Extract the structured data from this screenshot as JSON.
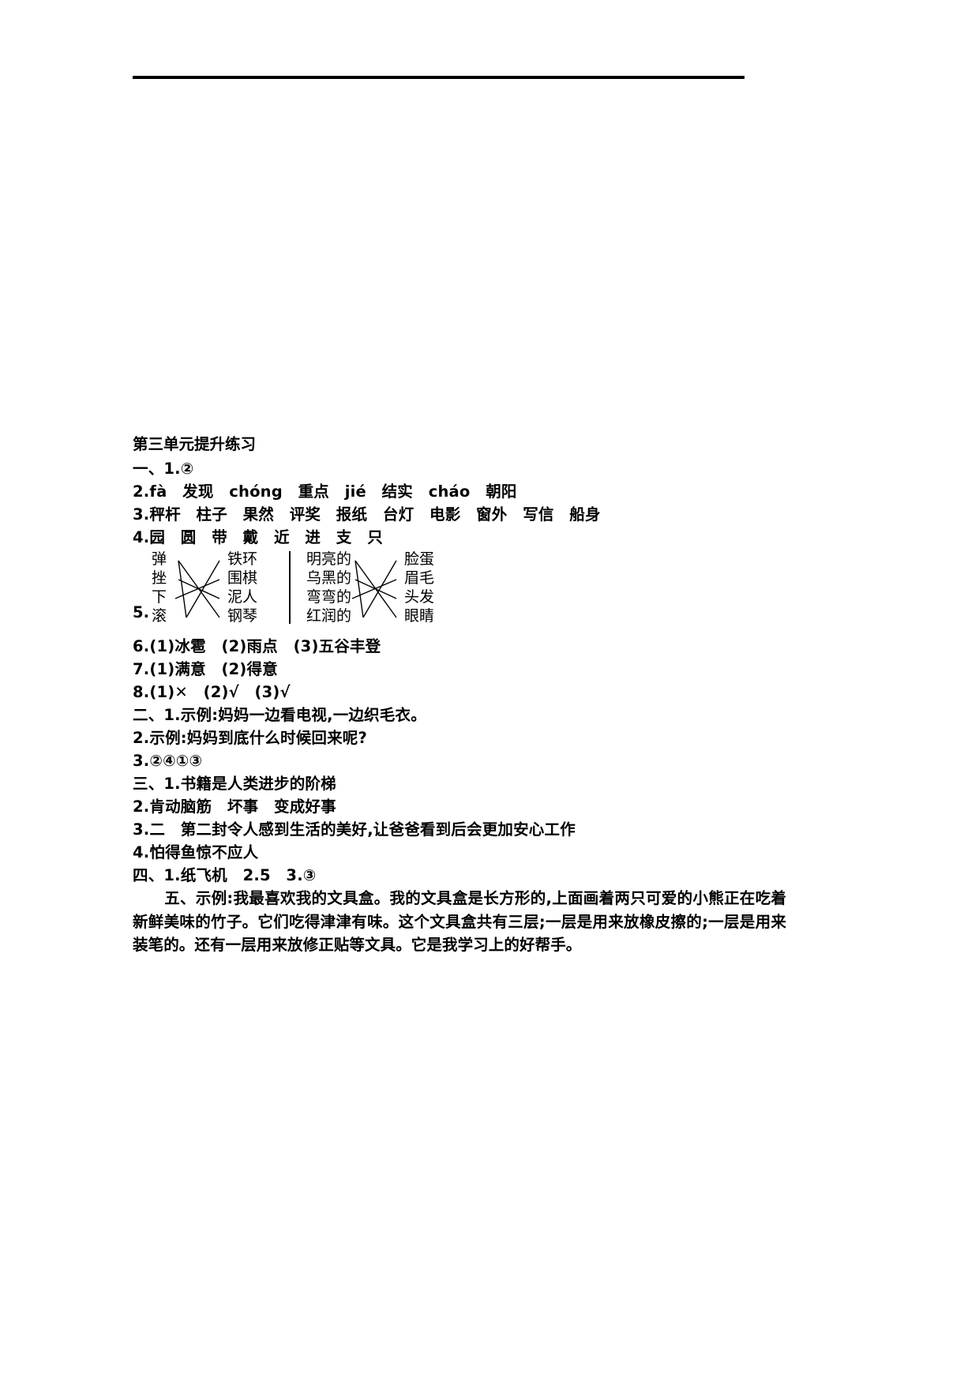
{
  "document": {
    "title": "第三单元提升练习",
    "rule_color": "#000000"
  },
  "sections": {
    "one": {
      "marker": "一、",
      "items": [
        {
          "num": "1.",
          "text": "②"
        },
        {
          "num": "2.",
          "text": "fà　发现　chóng　重点　jié　结实　cháo　朝阳"
        },
        {
          "num": "3.",
          "text": "秤杆　柱子　果然　评奖　报纸　台灯　电影　窗外　写信　船身"
        },
        {
          "num": "4.",
          "text": "园　圆　带　戴　近　进　支　只"
        }
      ]
    },
    "match": {
      "num": "5.",
      "left": {
        "stimuli": [
          "弹",
          "挫",
          "下",
          "滚"
        ],
        "responses": [
          "铁环",
          "围棋",
          "泥人",
          "钢琴"
        ]
      },
      "right": {
        "stimuli": [
          "明亮的",
          "乌黑的",
          "弯弯的",
          "红润的"
        ],
        "responses": [
          "脸蛋",
          "眉毛",
          "头发",
          "眼睛"
        ]
      }
    },
    "one_rest": {
      "items": [
        {
          "num": "6.",
          "text": "(1)冰雹　(2)雨点　(3)五谷丰登"
        },
        {
          "num": "7.",
          "text": "(1)满意　(2)得意"
        },
        {
          "num": "8.",
          "text": "(1)✕　(2)√　(3)√"
        }
      ]
    },
    "two": {
      "marker": "二、",
      "items": [
        {
          "num": "1.",
          "text": "示例:妈妈一边看电视,一边织毛衣。"
        },
        {
          "num": "2.",
          "text": "示例:妈妈到底什么时候回来呢?"
        },
        {
          "num": "3.",
          "text": "②④①③"
        }
      ]
    },
    "three": {
      "marker": "三、",
      "items": [
        {
          "num": "1.",
          "text": "书籍是人类进步的阶梯"
        },
        {
          "num": "2.",
          "text": "肯动脑筋　坏事　变成好事"
        },
        {
          "num": "3.",
          "text": "二　第二封令人感到生活的美好,让爸爸看到后会更加安心工作"
        },
        {
          "num": "4.",
          "text": "怕得鱼惊不应人"
        }
      ]
    },
    "four": {
      "marker": "四、",
      "items": [
        {
          "num": "1.",
          "text": "纸飞机"
        },
        {
          "num": "2.",
          "text": "5"
        },
        {
          "num": "3.",
          "text": "③"
        }
      ],
      "line": "1.纸飞机　2.5　3.③"
    },
    "five": {
      "marker": "五、",
      "text": "示例:我最喜欢我的文具盒。我的文具盒是长方形的,上面画着两只可爱的小熊正在吃着新鲜美味的竹子。它们吃得津津有味。这个文具盒共有三层;一层是用来放橡皮擦的;一层是用来装笔的。还有一层用来放修正贴等文具。它是我学习上的好帮手。"
    }
  }
}
